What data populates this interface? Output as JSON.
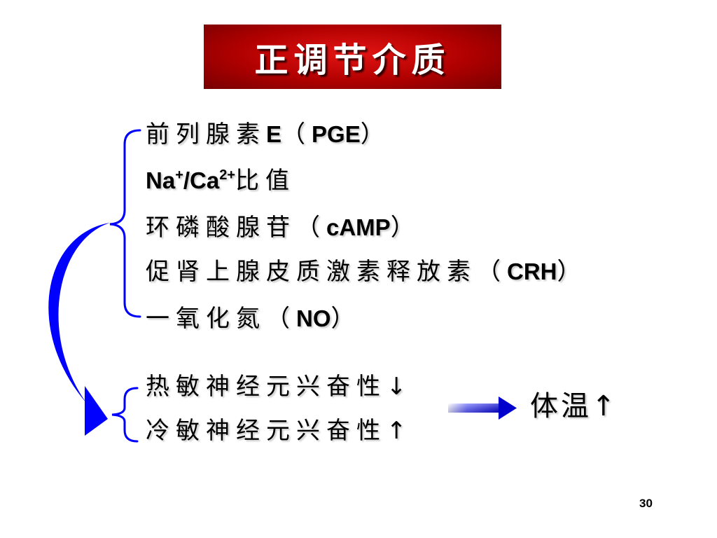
{
  "slide": {
    "title": "正调节介质",
    "page_number": "30"
  },
  "mediators": [
    [
      "前列腺素",
      "E",
      "（",
      "PGE",
      "）"
    ],
    [
      "Na",
      "+",
      "/Ca",
      "2+",
      "比值"
    ],
    [
      "环磷酸腺苷",
      "（",
      "cAMP",
      "）"
    ],
    [
      "促肾上腺皮质激素释放素",
      "（",
      "CRH",
      "）"
    ],
    [
      "一氧化氮",
      "（",
      "NO",
      "）"
    ]
  ],
  "effects": [
    [
      "热敏神经元兴奋性",
      "↓"
    ],
    [
      "冷敏神经元兴奋性",
      "↑"
    ]
  ],
  "result": [
    "体温",
    "↑"
  ],
  "colors": {
    "title_bg": "#b00000",
    "title_text": "#ffffff",
    "arrow_blue": "#0000ff",
    "text": "#000000"
  },
  "icons": {
    "upper_brace": "left-curly-brace",
    "lower_brace": "left-curly-brace",
    "curved_arrow": "curved-arrow-down-right",
    "right_arrow": "arrow-right"
  }
}
